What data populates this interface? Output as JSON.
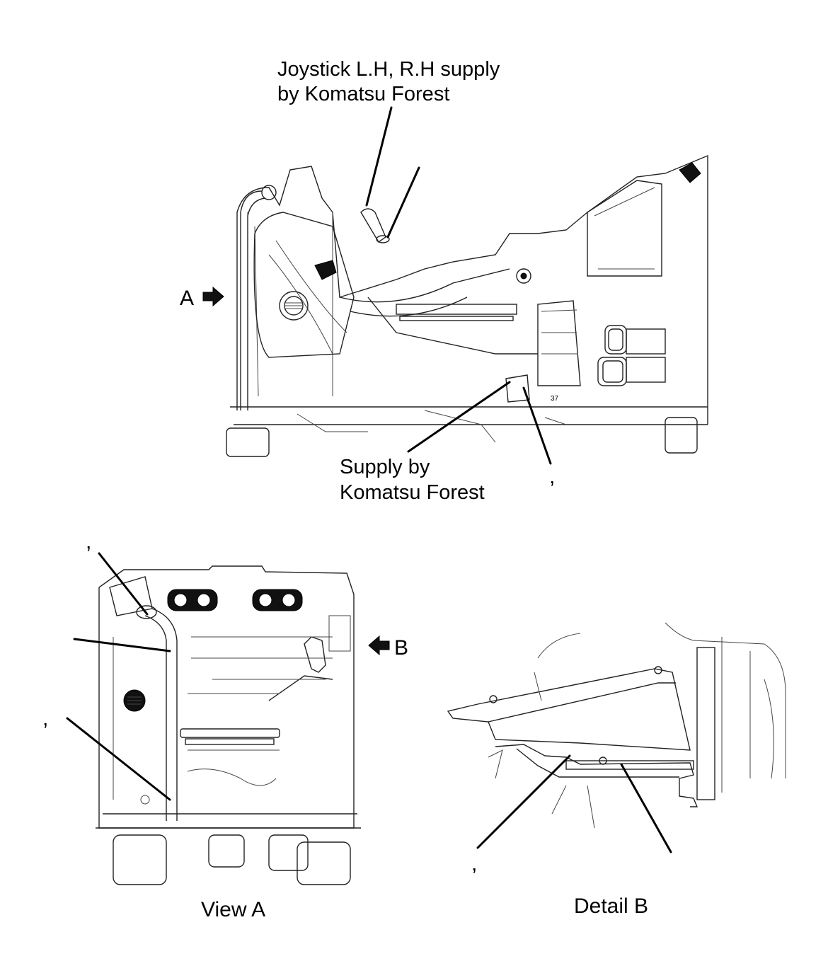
{
  "callouts": {
    "joystick_line1": "Joystick L.H, R.H supply",
    "joystick_line2": "by Komatsu Forest",
    "supply_line1": "Supply by",
    "supply_line2": "Komatsu Forest",
    "arrow_a": "A",
    "arrow_b": "B",
    "mark": ","
  },
  "captions": {
    "view_a": "View A",
    "detail_b": "Detail B"
  }
}
